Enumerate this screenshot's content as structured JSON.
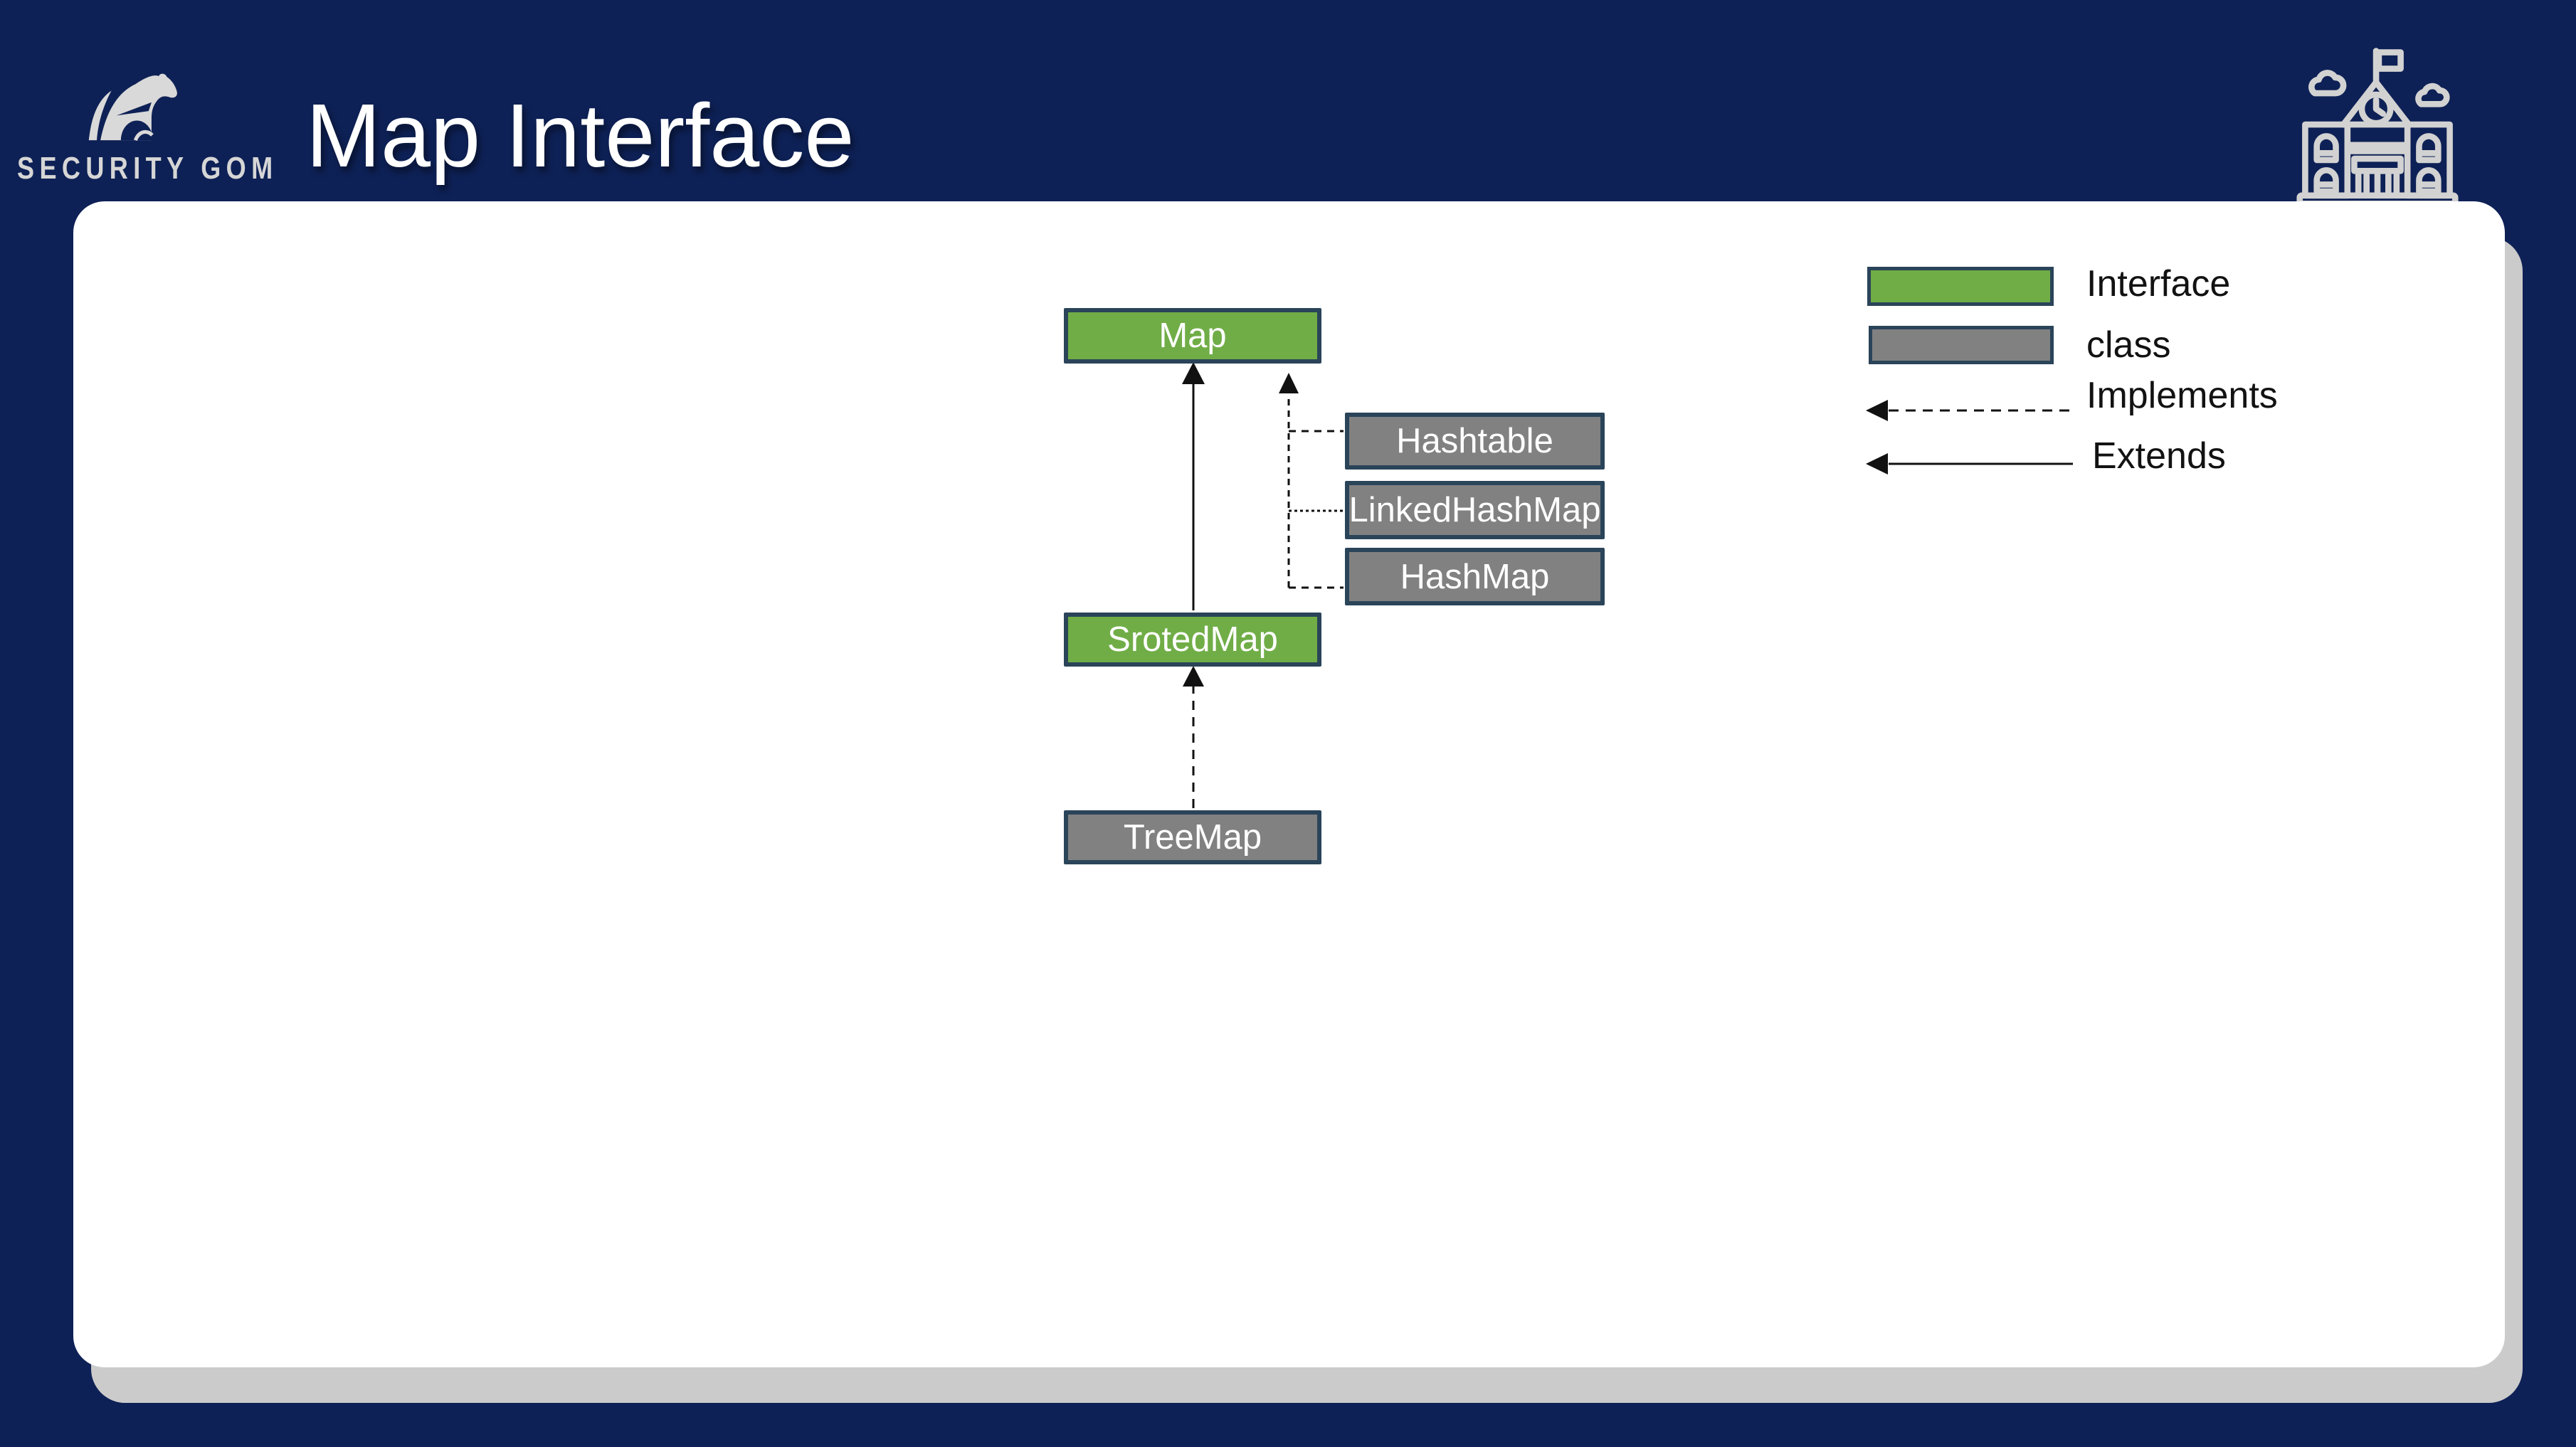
{
  "header": {
    "logo_text": "SECURITY GOM",
    "title": "Map Interface"
  },
  "diagram": {
    "nodes": [
      {
        "label": "Map",
        "type": "interface"
      },
      {
        "label": "SrotedMap",
        "type": "interface"
      },
      {
        "label": "TreeMap",
        "type": "class"
      },
      {
        "label": "Hashtable",
        "type": "class"
      },
      {
        "label": "LinkedHashMap",
        "type": "class"
      },
      {
        "label": "HashMap",
        "type": "class"
      }
    ],
    "edges": [
      {
        "from": "SrotedMap",
        "to": "Map",
        "relation": "extends",
        "style": "solid"
      },
      {
        "from": "TreeMap",
        "to": "SrotedMap",
        "relation": "implements",
        "style": "dashed"
      },
      {
        "from": "Hashtable",
        "to": "Map",
        "relation": "implements",
        "style": "dashed"
      },
      {
        "from": "LinkedHashMap",
        "to": "Map",
        "relation": "implements",
        "style": "dashed"
      },
      {
        "from": "HashMap",
        "to": "Map",
        "relation": "implements",
        "style": "dashed"
      }
    ]
  },
  "legend": {
    "items": [
      {
        "kind": "swatch",
        "style": "interface",
        "label": "Interface"
      },
      {
        "kind": "swatch",
        "style": "class",
        "label": "class"
      },
      {
        "kind": "arrow",
        "style": "dashed",
        "label": "Implements"
      },
      {
        "kind": "arrow",
        "style": "solid",
        "label": "Extends"
      }
    ]
  },
  "icons": {
    "logo": "polar-bear",
    "corner": "school-building-with-clouds"
  },
  "colors": {
    "background_navy": "#0e2156",
    "interface_green": "#70ad47",
    "class_gray": "#818181",
    "box_border_navy": "#2a4459",
    "card_white": "#ffffff",
    "card_shadow_gray": "#cbcbcb",
    "line_black": "#111111",
    "icon_light_gray": "#d6d6d6"
  }
}
